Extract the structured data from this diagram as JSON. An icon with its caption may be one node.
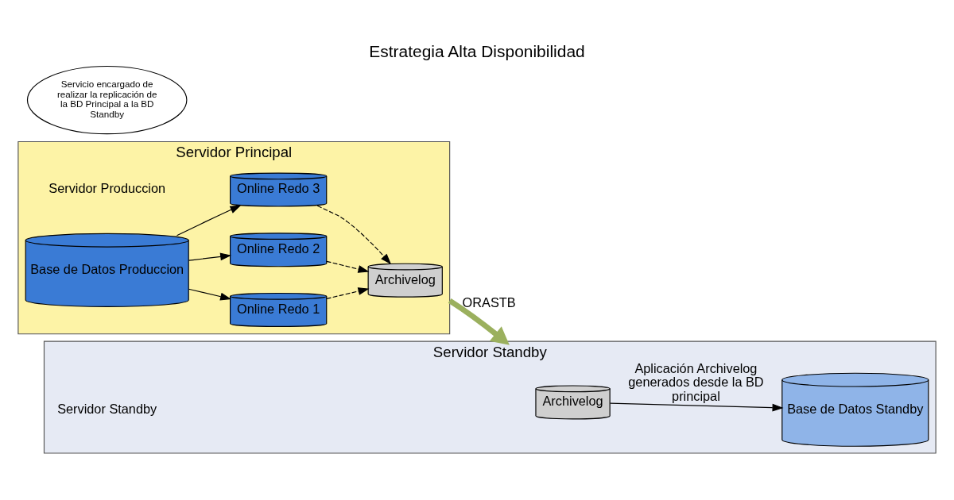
{
  "diagram": {
    "title": "Estrategia Alta Disponibilidad",
    "nodes": [
      {
        "text": [
          "Servidor Principal"
        ]
      },
      {
        "text": [
          "Servidor Produccion"
        ],
        "in": 0
      },
      {
        "text": [
          "Base de Datos Produccion"
        ],
        "in": 0
      },
      {
        "text": [
          "Online Redo 1"
        ],
        "in": 0
      },
      {
        "text": [
          "Online Redo 2"
        ],
        "in": 0
      },
      {
        "text": [
          "Online Redo 3"
        ],
        "in": 0
      },
      {
        "text": [
          "Archivelog"
        ],
        "in": 0
      },
      {
        "text": [
          "Servidor Standby"
        ]
      },
      {
        "text": [
          "Servidor Standby"
        ],
        "in": 7
      },
      {
        "text": [
          "Archivelog"
        ],
        "in": 7
      },
      {
        "text": [
          "Base de Datos Standby"
        ],
        "in": 7
      },
      {
        "text": [
          "Servicio encargado de realizar la replicación de la BD Principal a la BD Standby"
        ]
      }
    ],
    "edges": [
      {
        "from": 2,
        "to": 3,
        "arrow": "to"
      },
      {
        "from": 2,
        "to": 4,
        "arrow": "to"
      },
      {
        "from": 2,
        "to": 5,
        "arrow": "to"
      },
      {
        "from": 3,
        "to": 6,
        "arrow": "to",
        "style": "dashed"
      },
      {
        "from": 4,
        "to": 6,
        "arrow": "to",
        "style": "dashed"
      },
      {
        "from": 5,
        "to": 6,
        "arrow": "to",
        "style": "dashed"
      },
      {
        "from": 0,
        "to": 7,
        "arrow": "to",
        "label": "ORASTB",
        "style": "thick",
        "color": "#9bb05e"
      },
      {
        "from": 9,
        "to": 10,
        "arrow": "to",
        "label": "Aplicación Archivelog generados desde la BD principal"
      }
    ]
  }
}
